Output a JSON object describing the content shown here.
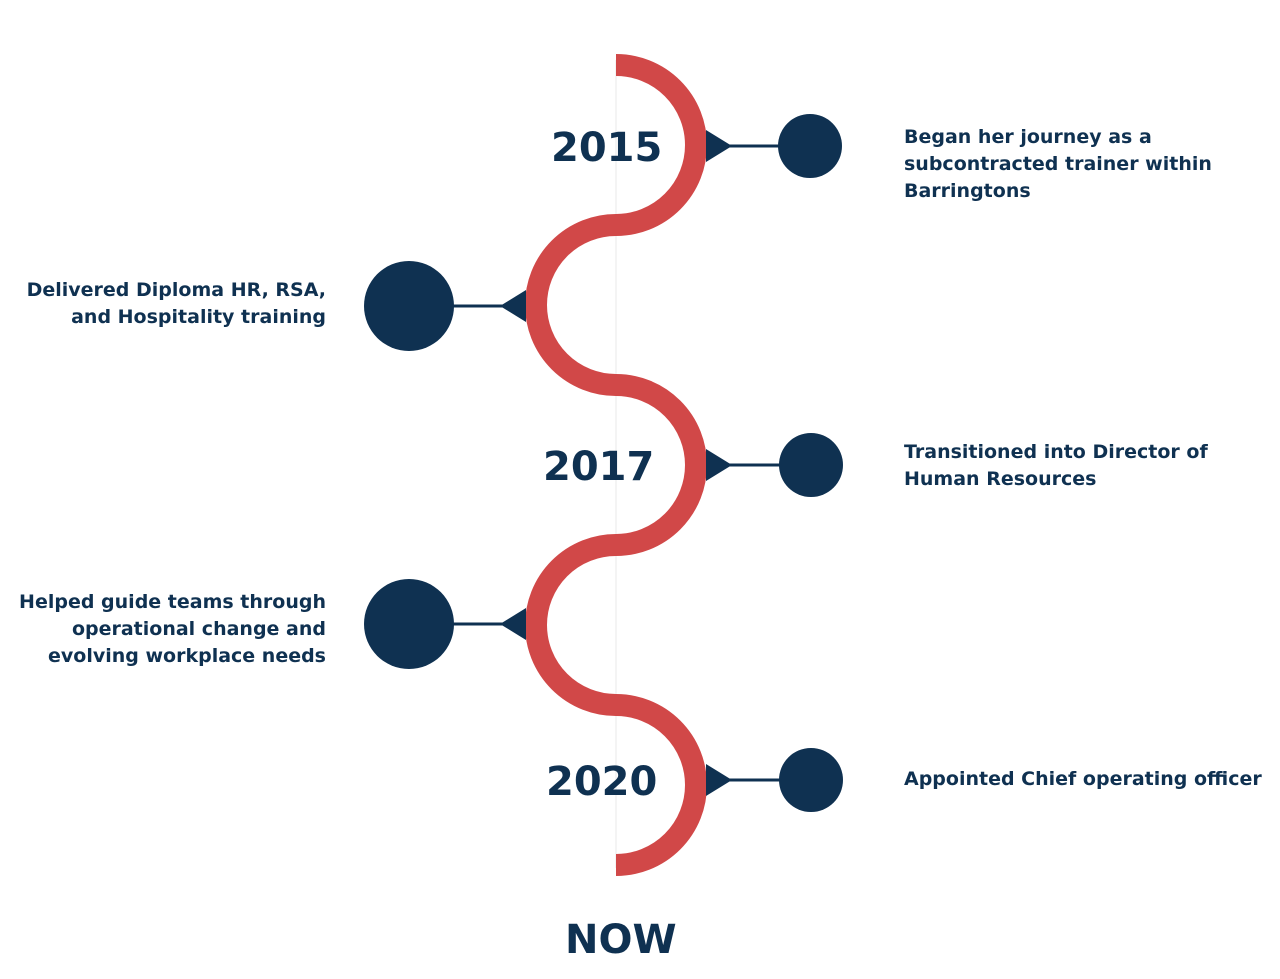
{
  "colors": {
    "path": "#d14848",
    "node": "#0f3151",
    "text": "#0f3151"
  },
  "milestones": [
    {
      "year": "2015",
      "description": "Began her journey as a subcontracted trainer within Barringtons"
    },
    {
      "description": "Delivered Diploma HR, RSA, and Hospitality training"
    },
    {
      "year": "2017",
      "description": "Transitioned into Director of Human Resources"
    },
    {
      "description": "Helped guide teams through operational change and evolving workplace needs"
    },
    {
      "year": "2020",
      "description": "Appointed Chief operating officer"
    }
  ],
  "end_label": "NOW"
}
